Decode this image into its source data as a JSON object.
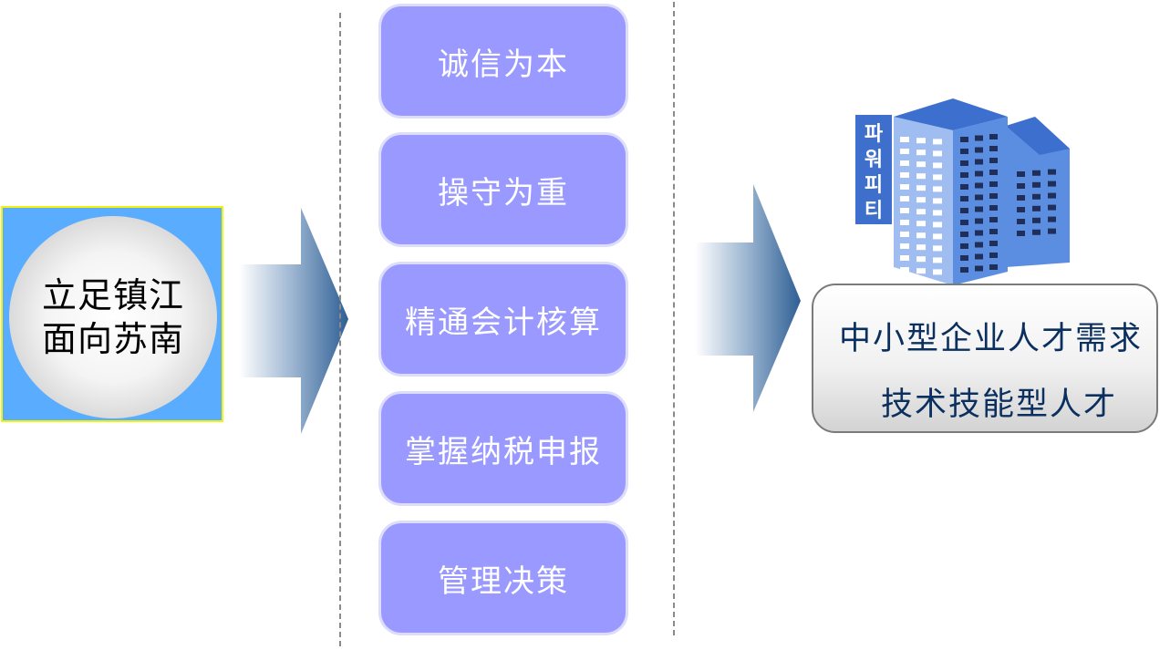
{
  "source": {
    "lines": [
      "立足镇江",
      "面向苏南"
    ],
    "colors": {
      "box_fill": "#5aacff",
      "box_border": "#f2f20a"
    }
  },
  "values": {
    "items": [
      {
        "label": "诚信为本"
      },
      {
        "label": "操守为重"
      },
      {
        "label": "精通会计核算"
      },
      {
        "label": "掌握纳税申报"
      },
      {
        "label": "管理决策"
      }
    ],
    "colors": {
      "fill": "#9999ff",
      "text": "#ffffff"
    }
  },
  "outcome": {
    "building_sign": [
      "파",
      "워",
      "피",
      "티"
    ],
    "lines": [
      "中小型企业人才需求",
      "技术技能型人才"
    ],
    "colors": {
      "text": "#0b2f5e",
      "building": "#4a7fd6"
    }
  },
  "arrows": {
    "color": "#2f5f94"
  }
}
